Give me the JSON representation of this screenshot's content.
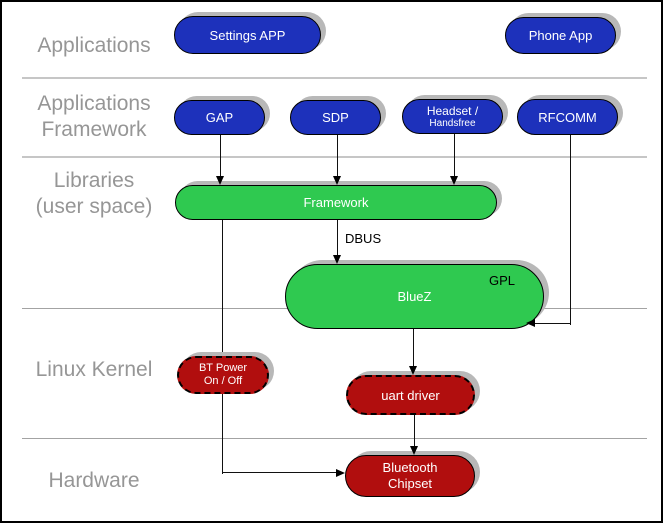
{
  "colors": {
    "app_blue": "#1d31bb",
    "lib_green": "#2fc950",
    "kernel_red": "#b10e0e",
    "shadow": "#b8b8b8",
    "label_gray": "#969696"
  },
  "layers": {
    "applications": {
      "line1": "Applications"
    },
    "app_framework": {
      "line1": "Applications",
      "line2": "Framework"
    },
    "libraries": {
      "line1": "Libraries",
      "line2": "(user space)"
    },
    "kernel": {
      "line1": "Linux Kernel"
    },
    "hardware": {
      "line1": "Hardware"
    }
  },
  "nodes": {
    "settings_app": {
      "label": "Settings APP"
    },
    "phone_app": {
      "label": "Phone App"
    },
    "gap": {
      "label": "GAP"
    },
    "sdp": {
      "label": "SDP"
    },
    "headset": {
      "line1": "Headset /",
      "line2": "Handsfree"
    },
    "rfcomm": {
      "label": "RFCOMM"
    },
    "framework": {
      "label": "Framework"
    },
    "bluez": {
      "label": "BlueZ",
      "tag": "GPL"
    },
    "bt_power": {
      "line1": "BT Power",
      "line2": "On / Off"
    },
    "uart_driver": {
      "label": "uart driver"
    },
    "chipset": {
      "line1": "Bluetooth",
      "line2": "Chipset"
    }
  },
  "edges": {
    "dbus": "DBUS"
  }
}
